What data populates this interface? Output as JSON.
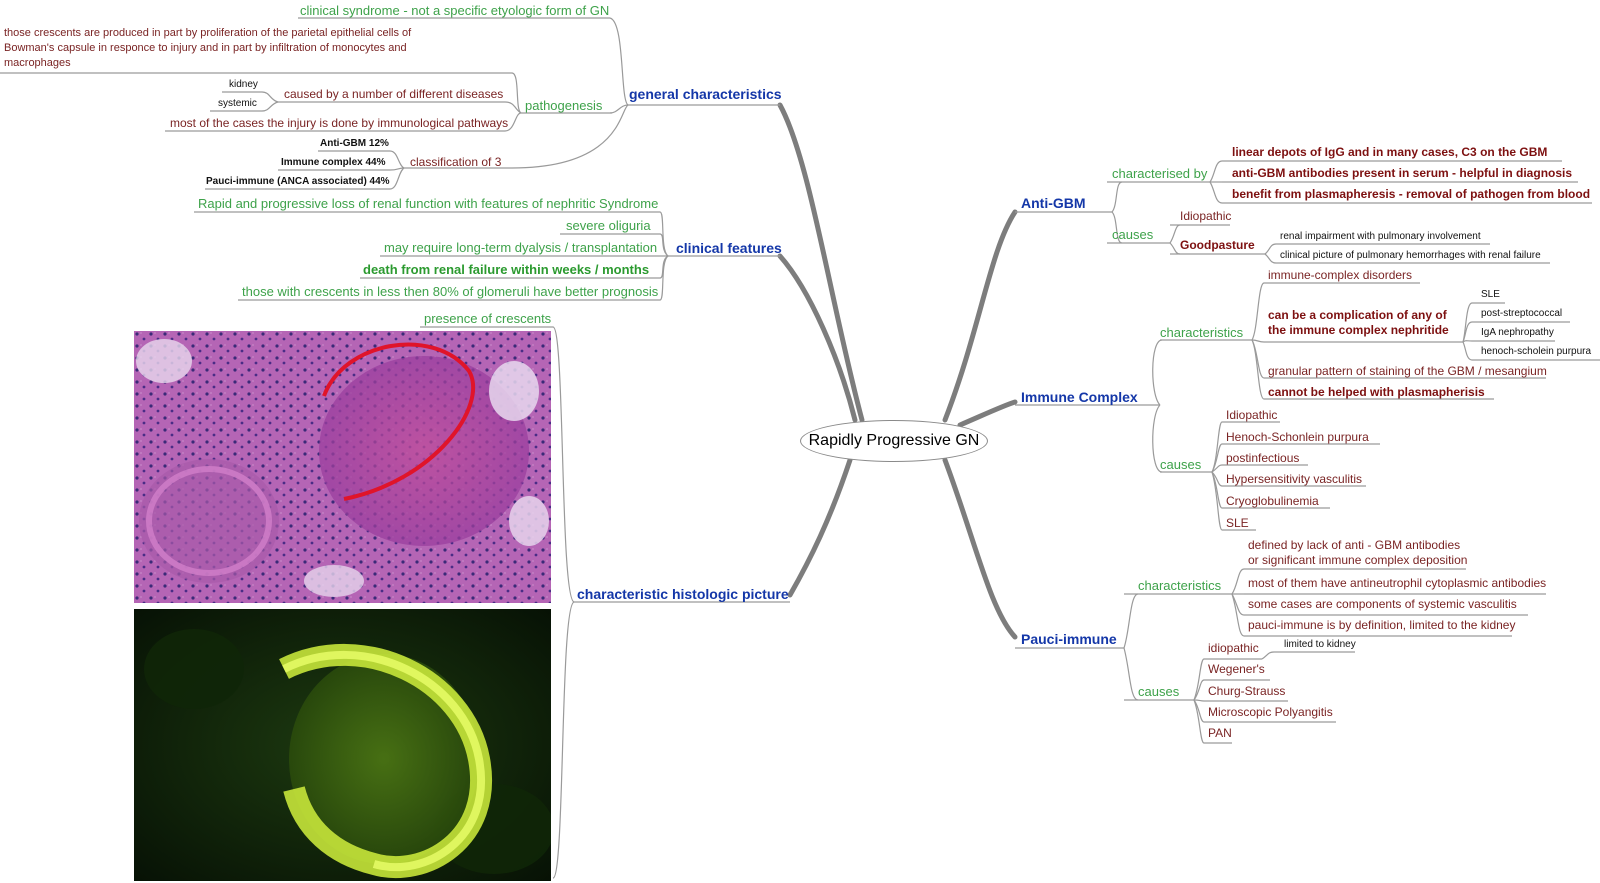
{
  "central": "Rapidly Progressive GN",
  "general": {
    "title": "general characteristics",
    "clinical_syndrome": "clinical syndrome - not a specific etyologic form of GN",
    "pathogenesis": {
      "label": "pathogenesis",
      "crescents": "those crescents are produced in part by proliferation of the parietal epithelial cells of Bowman's capsule in responce to injury and in part by infiltration of monocytes and macrophages",
      "caused_by": "caused by a number of different diseases",
      "kidney": "kidney",
      "systemic": "systemic",
      "immunological": "most of the cases the injury is done by immunological pathways"
    },
    "classification": {
      "label": "classification of 3",
      "items": [
        "Anti-GBM 12%",
        "Immune complex 44%",
        "Pauci-immune (ANCA associated) 44%"
      ]
    }
  },
  "clinical": {
    "title": "clinical features",
    "items": [
      "Rapid and progressive loss of renal function with features of nephritic Syndrome",
      "severe oliguria",
      "may require long-term dyalysis / transplantation",
      "death from renal failure within weeks / months",
      "those with crescents in less then 80% of glomeruli have better prognosis"
    ]
  },
  "histologic": {
    "title": "characteristic histologic picture",
    "presence": "presence of crescents"
  },
  "anti_gbm": {
    "title": "Anti-GBM",
    "characterised_by": "characterised by",
    "char_items": [
      "linear depots of IgG and in many cases, C3 on the GBM",
      "anti-GBM antibodies present in serum - helpful in diagnosis",
      "benefit from plasmapheresis - removal of pathogen from blood"
    ],
    "causes": "causes",
    "idiopathic": "Idiopathic",
    "goodpasture": "Goodpasture",
    "goodpasture_items": [
      "renal impairment with pulmonary involvement",
      "clinical picture of pulmonary hemorrhages with renal failure"
    ]
  },
  "immune_complex": {
    "title": "Immune Complex",
    "characteristics": "characteristics",
    "disorders": "immune-complex disorders",
    "complication": "can be a complication of any of the immune complex  nephritide",
    "complication_items": [
      "SLE",
      "post-streptococcal",
      "IgA nephropathy",
      "henoch-scholein purpura"
    ],
    "granular": "granular pattern of staining of the GBM / mesangium",
    "plasma": "cannot be helped with plasmapherisis",
    "causes": "causes",
    "cause_items": [
      "Idiopathic",
      "Henoch-Schonlein purpura",
      "postinfectious",
      "Hypersensitivity vasculitis",
      "Cryoglobulinemia",
      "SLE"
    ]
  },
  "pauci": {
    "title": "Pauci-immune",
    "characteristics": "characteristics",
    "char_items": [
      "defined by lack of anti - GBM antibodies or significant immune complex deposition",
      "most of them have antineutrophil cytoplasmic antibodies",
      "some cases are components of systemic vasculitis",
      "pauci-immune is by definition, limited to the kidney"
    ],
    "causes": "causes",
    "cause_items": [
      "idiopathic",
      "Wegener's",
      "Churg-Strauss",
      "Microscopic Polyangitis",
      "PAN"
    ],
    "idiopathic_note": "limited to kidney"
  },
  "colors": {
    "green": "#3ea24a",
    "dark_red": "#7d1010",
    "blue": "#1437a8",
    "line": "#9a9a9a"
  }
}
